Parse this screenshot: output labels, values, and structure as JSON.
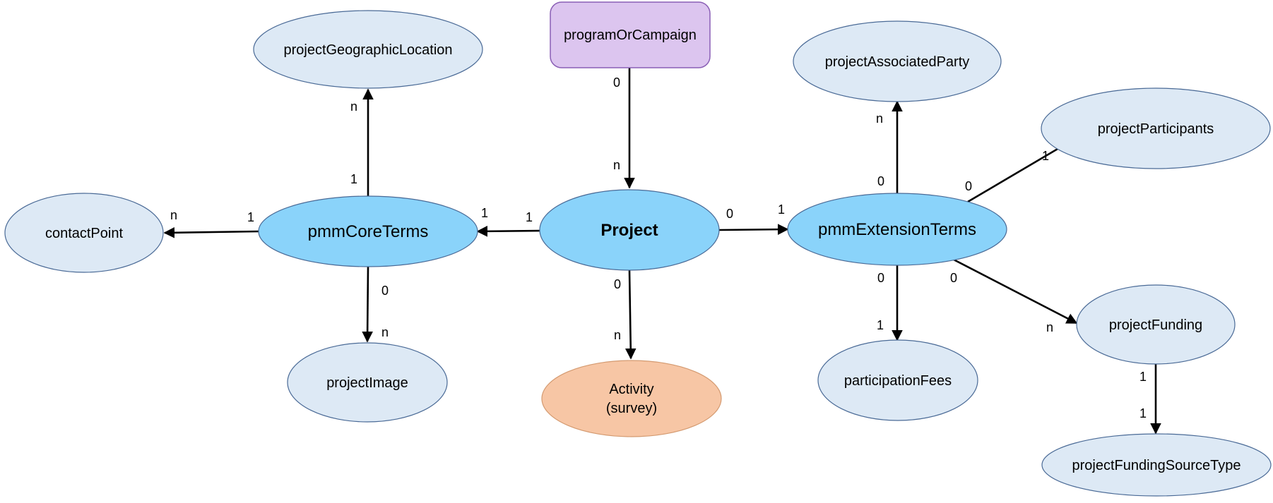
{
  "colors": {
    "core": "#8ad3fa",
    "leaf": "#dde9f5",
    "program": "#dcc5ef",
    "activity": "#f7c6a5",
    "border": "#4a6a96",
    "program_border": "#8a5fb5",
    "activity_border": "#d49a70",
    "edge": "#000000"
  },
  "nodes": {
    "program": "programOrCampaign",
    "project": "Project",
    "core_terms": "pmmCoreTerms",
    "extension_terms": "pmmExtensionTerms",
    "geo_location": "projectGeographicLocation",
    "contact_point": "contactPoint",
    "image": "projectImage",
    "activity_line1": "Activity",
    "activity_line2": "(survey)",
    "associated_party": "projectAssociatedParty",
    "participants": "projectParticipants",
    "participation_fees": "participationFees",
    "funding": "projectFunding",
    "funding_source_type": "projectFundingSourceType"
  },
  "edges": {
    "program_to_project": {
      "from": "0",
      "to": "n"
    },
    "project_to_core": {
      "from": "1",
      "to": "1"
    },
    "project_to_extension": {
      "from": "0",
      "to": "1"
    },
    "project_to_activity": {
      "from": "0",
      "to": "n"
    },
    "core_to_geo": {
      "from": "1",
      "to": "n"
    },
    "core_to_contact": {
      "from": "1",
      "to": "n"
    },
    "core_to_image": {
      "from": "0",
      "to": "n"
    },
    "ext_to_party": {
      "from": "0",
      "to": "n"
    },
    "ext_to_participants": {
      "from": "0",
      "to": "1"
    },
    "ext_to_fees": {
      "from": "0",
      "to": "1"
    },
    "ext_to_funding": {
      "from": "0",
      "to": "n"
    },
    "funding_to_source": {
      "from": "1",
      "to": "1"
    }
  }
}
